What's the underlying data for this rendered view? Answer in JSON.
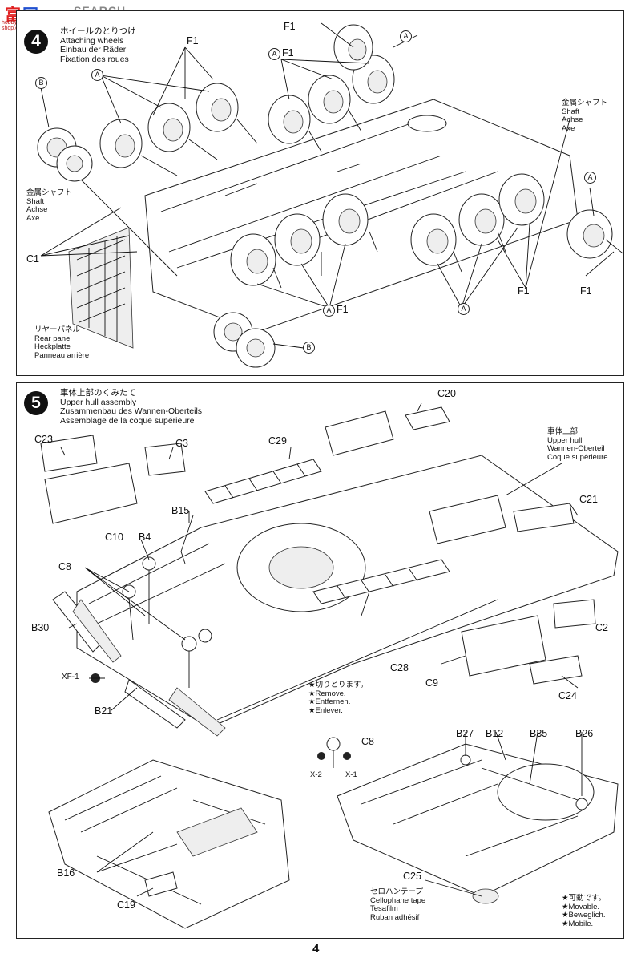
{
  "site": {
    "logo_text": "富",
    "logo_sub": "hobby-shop.com",
    "search_label": "SEARCH"
  },
  "page_number": "4",
  "step4": {
    "number": "4",
    "title_lines": [
      "ホイールのとりつけ",
      "Attaching wheels",
      "Einbau der Räder",
      "Fixation des roues"
    ],
    "labels": {
      "f1_top": "F1",
      "f1_left": "F1",
      "a_f1_top_mid": "F1",
      "c1": "C1",
      "a_f1_bottom": "F1",
      "f1_right_a": "F1",
      "f1_right_b": "F1",
      "a": "A",
      "b": "B"
    },
    "shaft_left": [
      "金属シャフト",
      "Shaft",
      "Achse",
      "Axe"
    ],
    "shaft_right": [
      "金属シャフト",
      "Shaft",
      "Achse",
      "Axe"
    ],
    "rear_panel": [
      "リヤーパネル",
      "Rear panel",
      "Heckplatte",
      "Panneau arrière"
    ]
  },
  "step5": {
    "number": "5",
    "title_lines": [
      "車体上部のくみたて",
      "Upper hull assembly",
      "Zusammenbau des Wannen-Oberteils",
      "Assemblage de la coque supérieure"
    ],
    "upper_hull": [
      "車体上部",
      "Upper hull",
      "Wannen-Oberteil",
      "Coque supérieure"
    ],
    "parts": {
      "c20": "C20",
      "c23": "C23",
      "c3": "C3",
      "c29": "C29",
      "c10": "C10",
      "b15": "B15",
      "b4": "B4",
      "c21": "C21",
      "c8": "C8",
      "b30": "B30",
      "xf1": "XF-1",
      "c2": "C2",
      "c28": "C28",
      "c9": "C9",
      "b21": "B21",
      "c24": "C24",
      "c8b": "C8",
      "x2": "X-2",
      "x1": "X-1",
      "b27": "B27",
      "b12": "B12",
      "b35": "B35",
      "b26": "B26",
      "b16": "B16",
      "c19": "C19",
      "c25": "C25"
    },
    "remove_note": [
      "★切りとります。",
      "★Remove.",
      "★Entfernen.",
      "★Enlever."
    ],
    "tape_note": [
      "セロハンテープ",
      "Cellophane tape",
      "Tesafilm",
      "Ruban adhésif"
    ],
    "movable_note": [
      "★可動です。",
      "★Movable.",
      "★Beweglich.",
      "★Mobile."
    ]
  }
}
